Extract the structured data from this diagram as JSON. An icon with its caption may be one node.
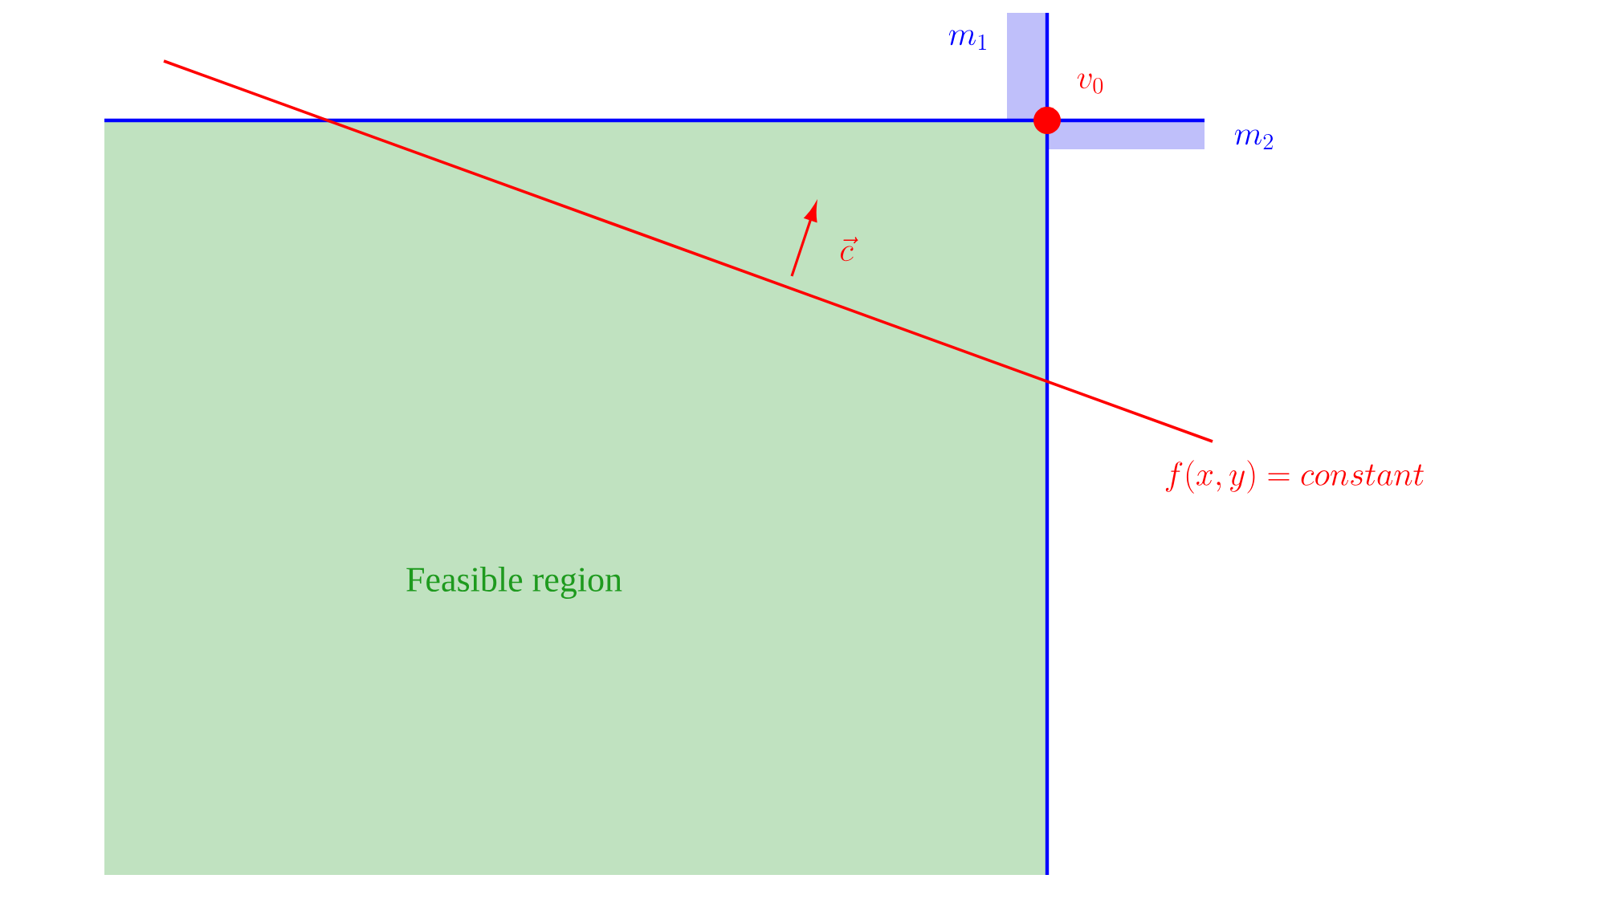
{
  "diagram": {
    "nodes": [
      {
        "text": [
          "Feasible region"
        ]
      }
    ],
    "labels": [
      "m_1",
      "v_0",
      "m_2",
      "\\vec{c}",
      "f(x,y) = constant"
    ]
  }
}
